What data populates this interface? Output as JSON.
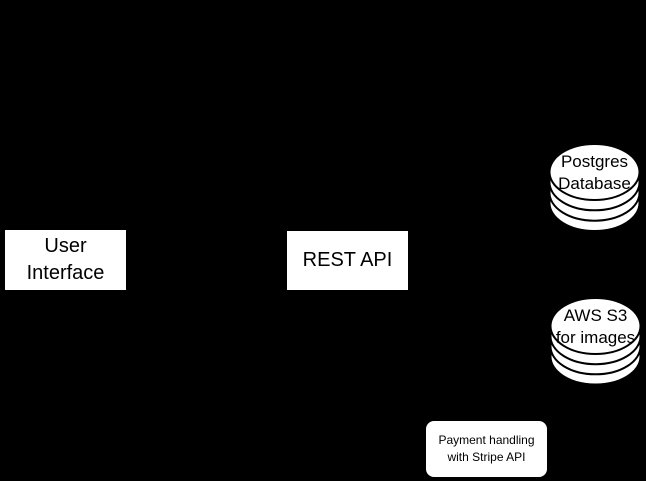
{
  "diagram": {
    "background_color": "#000000",
    "node_fill_color": "#ffffff",
    "node_stroke_color": "#000000",
    "text_color": "#000000"
  },
  "nodes": {
    "user_interface": {
      "shape": "rectangle",
      "line1": "User",
      "line2": "Interface"
    },
    "rest_api": {
      "shape": "rectangle",
      "label": "REST API"
    },
    "postgres": {
      "shape": "database-cylinder",
      "line1": "Postgres",
      "line2": "Database"
    },
    "aws_s3": {
      "shape": "database-cylinder",
      "line1": "AWS S3",
      "line2": "for images"
    },
    "payment": {
      "shape": "rounded-rectangle",
      "line1": "Payment handling",
      "line2": "with Stripe API"
    }
  }
}
